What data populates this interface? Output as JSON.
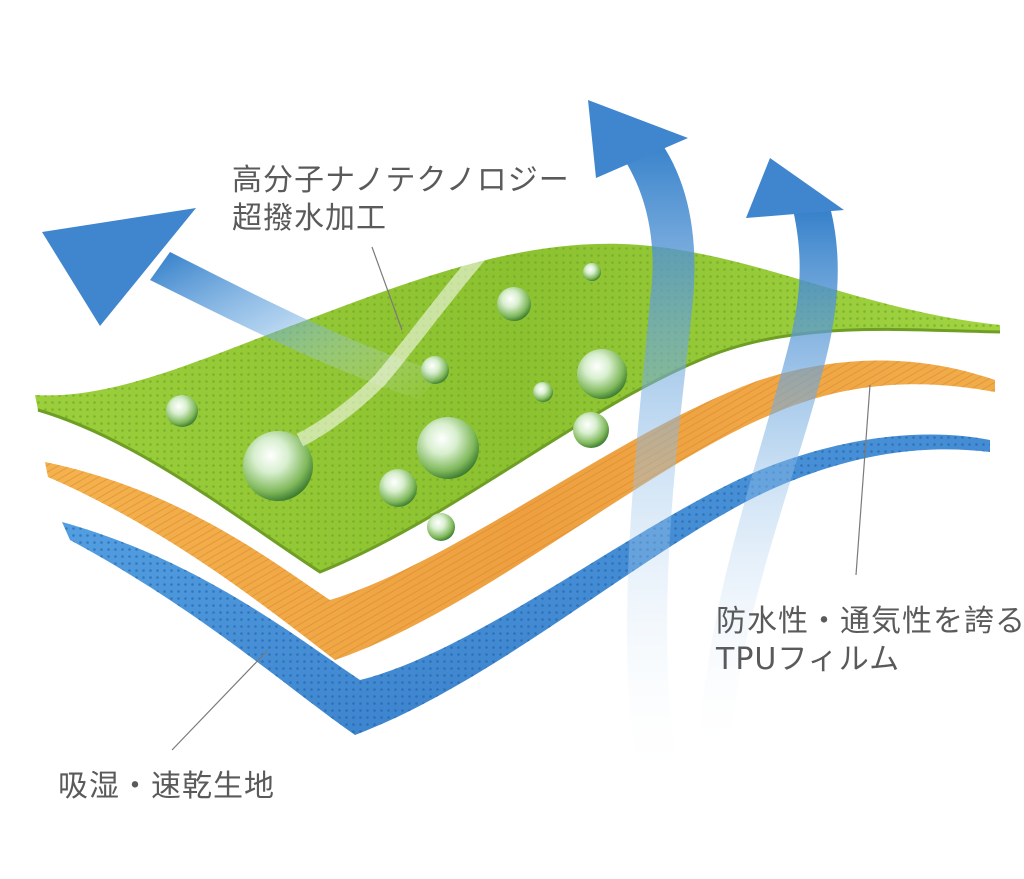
{
  "labels": {
    "top": {
      "line1": "高分子ナノテクノロジー",
      "line2": "超撥水加工"
    },
    "right": {
      "line1": "防水性・通気性を誇る",
      "line2": "TPUフィルム"
    },
    "bottom": {
      "line1": "吸湿・速乾生地"
    }
  },
  "colors": {
    "top_layer": "#8cc63f",
    "middle_layer": "#f0a13c",
    "bottom_layer": "#3a8fd6",
    "arrow": "#3f86cf",
    "text": "#5a5a5a"
  }
}
